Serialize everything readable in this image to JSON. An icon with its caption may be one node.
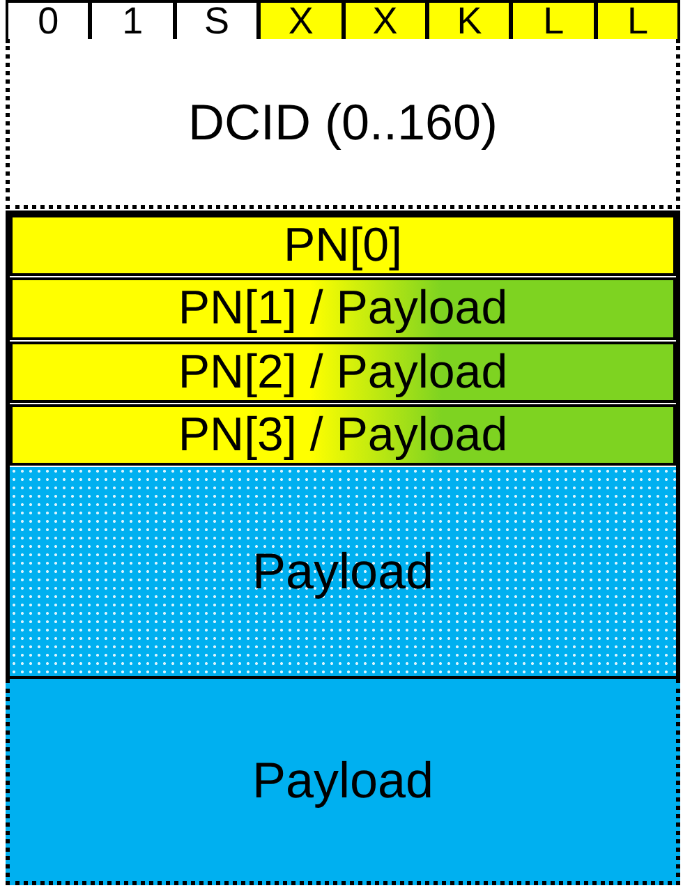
{
  "diagram": {
    "nodes": [
      {
        "text": [
          "0"
        ]
      },
      {
        "text": [
          "1"
        ]
      },
      {
        "text": [
          "S"
        ]
      },
      {
        "text": [
          "X"
        ]
      },
      {
        "text": [
          "X"
        ]
      },
      {
        "text": [
          "K"
        ]
      },
      {
        "text": [
          "L"
        ]
      },
      {
        "text": [
          "L"
        ]
      },
      {
        "text": [
          "DCID (0..160)"
        ]
      },
      {
        "text": [
          "PN[0]"
        ]
      },
      {
        "text": [
          "PN[1] / Payload"
        ]
      },
      {
        "text": [
          "PN[2] / Payload"
        ]
      },
      {
        "text": [
          "PN[3] / Payload"
        ]
      },
      {
        "text": [
          "Payload"
        ]
      },
      {
        "text": [
          "Payload"
        ]
      }
    ]
  }
}
